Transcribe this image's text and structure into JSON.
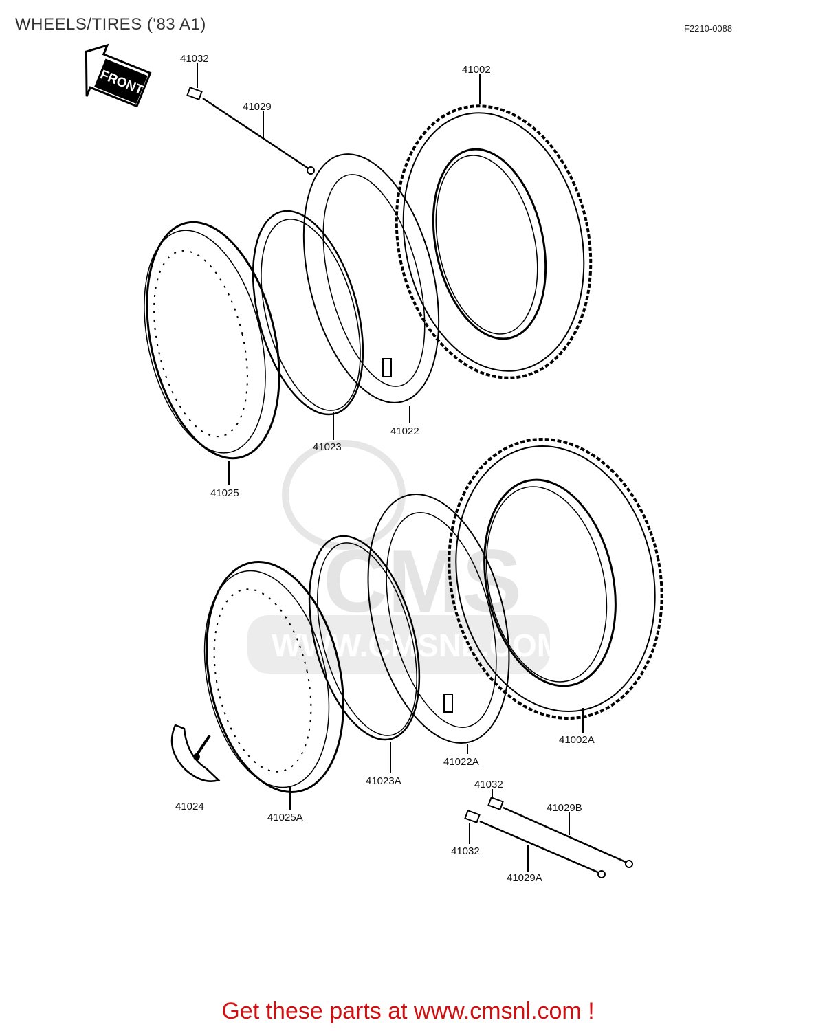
{
  "header": {
    "title": "WHEELS/TIRES ('83 A1)",
    "figure_code": "F2210-0088"
  },
  "front_arrow": {
    "label": "FRONT"
  },
  "watermark": {
    "brand": "CMS",
    "url": "WWW.CMSNL.COM"
  },
  "part_labels": {
    "p41032_top": "41032",
    "p41029": "41029",
    "p41002": "41002",
    "p41025": "41025",
    "p41023": "41023",
    "p41022": "41022",
    "p41002A": "41002A",
    "p41022A": "41022A",
    "p41023A": "41023A",
    "p41024": "41024",
    "p41025A": "41025A",
    "p41032_mid": "41032",
    "p41029B": "41029B",
    "p41032_low": "41032",
    "p41029A": "41029A"
  },
  "footer": {
    "text": "Get these parts at www.cmsnl.com !"
  }
}
